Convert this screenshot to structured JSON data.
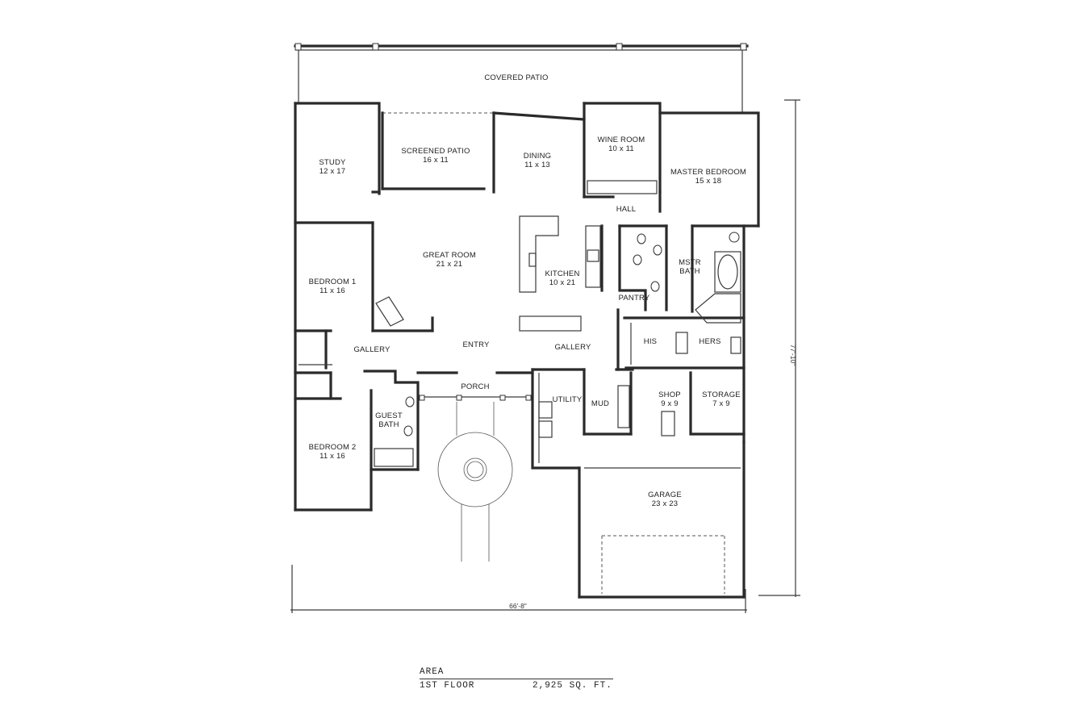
{
  "plan": {
    "rooms": {
      "covered_patio": {
        "name": "COVERED PATIO",
        "size": ""
      },
      "study": {
        "name": "STUDY",
        "size": "12 x 17"
      },
      "screened_patio": {
        "name": "SCREENED PATIO",
        "size": "16 x 11"
      },
      "dining": {
        "name": "DINING",
        "size": "11 x 13"
      },
      "wine_room": {
        "name": "WINE ROOM",
        "size": "10 x 11"
      },
      "master_bedroom": {
        "name": "MASTER BEDROOM",
        "size": "15 x 18"
      },
      "hall": {
        "name": "HALL",
        "size": ""
      },
      "great_room": {
        "name": "GREAT ROOM",
        "size": "21 x 21"
      },
      "kitchen": {
        "name": "KITCHEN",
        "size": "10 x 21"
      },
      "bedroom_1": {
        "name": "BEDROOM 1",
        "size": "11 x 16"
      },
      "mstr_bath": {
        "name": "MSTR",
        "size": "BATH"
      },
      "pantry": {
        "name": "PANTRY",
        "size": ""
      },
      "his": {
        "name": "HIS",
        "size": ""
      },
      "hers": {
        "name": "HERS",
        "size": ""
      },
      "gallery_left": {
        "name": "GALLERY",
        "size": ""
      },
      "entry": {
        "name": "ENTRY",
        "size": ""
      },
      "gallery_right": {
        "name": "GALLERY",
        "size": ""
      },
      "porch": {
        "name": "PORCH",
        "size": ""
      },
      "guest_bath": {
        "name": "GUEST",
        "size": "BATH"
      },
      "utility": {
        "name": "UTILITY",
        "size": ""
      },
      "mud": {
        "name": "MUD",
        "size": ""
      },
      "shop": {
        "name": "SHOP",
        "size": "9 x 9"
      },
      "storage": {
        "name": "STORAGE",
        "size": "7 x 9"
      },
      "bedroom_2": {
        "name": "BEDROOM 2",
        "size": "11 x 16"
      },
      "garage": {
        "name": "GARAGE",
        "size": "23 x 23"
      }
    },
    "dimensions": {
      "width": "66'-8\"",
      "depth": "77'-10\""
    }
  },
  "area": {
    "heading": "AREA",
    "rows": [
      {
        "label": "1ST FLOOR",
        "value": "2,925 SQ. FT."
      }
    ]
  }
}
